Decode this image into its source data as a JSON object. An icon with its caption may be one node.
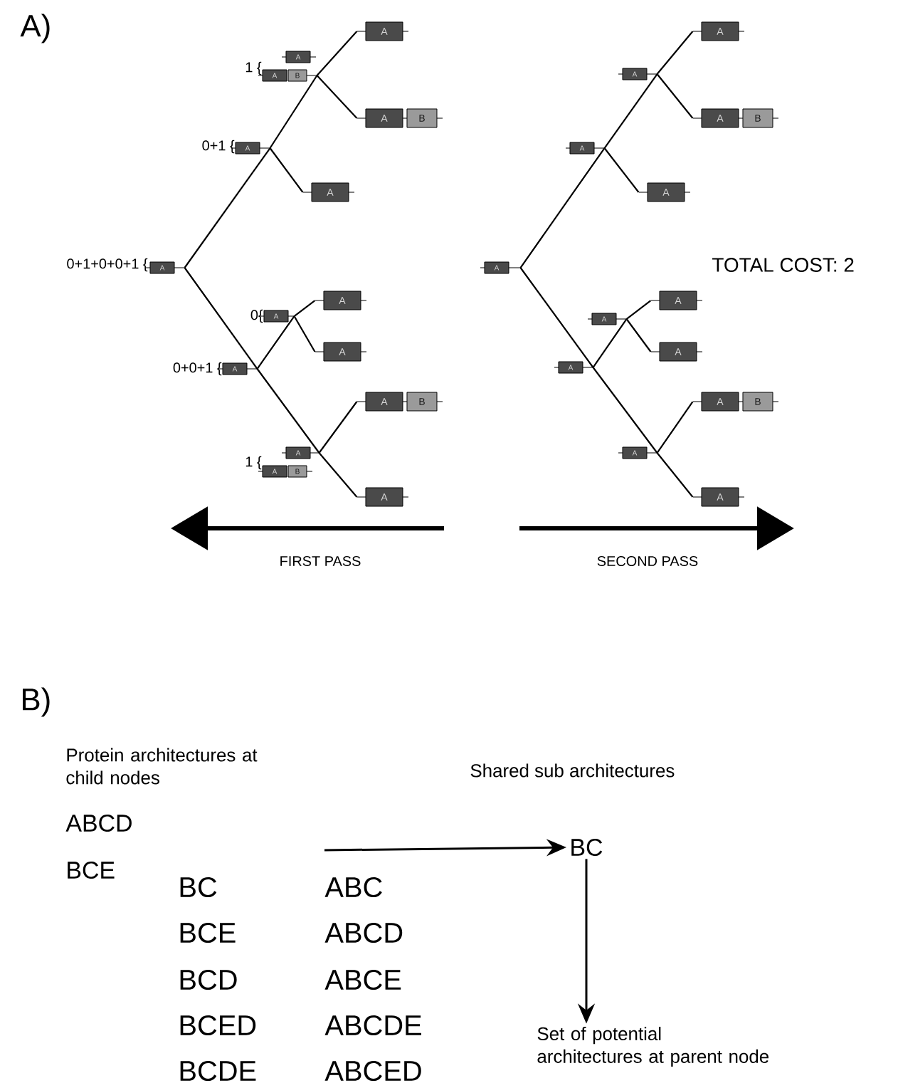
{
  "diagram": {
    "nodes": [
      {
        "text": [
          "A"
        ]
      },
      {
        "text": [
          "A"
        ]
      },
      {
        "text": [
          "B"
        ]
      },
      {
        "text": [
          "A"
        ]
      },
      {
        "text": [
          "A"
        ]
      },
      {
        "text": [
          "B"
        ]
      },
      {
        "text": [
          "A"
        ]
      },
      {
        "text": [
          "A"
        ]
      },
      {
        "text": [
          "A"
        ]
      },
      {
        "text": [
          "A"
        ]
      },
      {
        "text": [
          "A"
        ]
      },
      {
        "text": [
          "A"
        ]
      },
      {
        "text": [
          "A"
        ]
      },
      {
        "text": [
          "A"
        ]
      },
      {
        "text": [
          "B"
        ]
      },
      {
        "text": [
          "A"
        ]
      },
      {
        "text": [
          "A"
        ]
      },
      {
        "text": [
          "B"
        ]
      },
      {
        "text": [
          "A"
        ]
      },
      {
        "text": [
          "A"
        ]
      },
      {
        "text": [
          "A"
        ]
      },
      {
        "text": [
          "A"
        ]
      },
      {
        "text": [
          "B"
        ]
      },
      {
        "text": [
          "A"
        ]
      },
      {
        "text": [
          "A"
        ]
      },
      {
        "text": [
          "A"
        ]
      },
      {
        "text": [
          "A"
        ]
      },
      {
        "text": [
          "A"
        ]
      },
      {
        "text": [
          "A"
        ]
      },
      {
        "text": [
          "A"
        ]
      },
      {
        "text": [
          "A"
        ]
      },
      {
        "text": [
          "B"
        ]
      },
      {
        "text": [
          "A"
        ]
      },
      {
        "text": [
          "A"
        ]
      },
      {
        "text": [
          "BC"
        ]
      },
      {
        "text": [
          "Set of potential architectures at parent node"
        ]
      }
    ],
    "edges": [
      {
        "from": null,
        "to": 34,
        "arrow": "to"
      },
      {
        "from": 34,
        "to": 35,
        "arrow": "to"
      },
      {
        "from": 8,
        "to": 6,
        "arrow": "none"
      },
      {
        "from": 6,
        "to": 2,
        "arrow": "none"
      },
      {
        "from": 2,
        "to": 3,
        "arrow": "none"
      },
      {
        "from": 2,
        "to": 4,
        "arrow": "none"
      },
      {
        "from": 6,
        "to": 7,
        "arrow": "none"
      },
      {
        "from": 8,
        "to": 12,
        "arrow": "none"
      },
      {
        "from": 12,
        "to": 9,
        "arrow": "none"
      },
      {
        "from": 9,
        "to": 10,
        "arrow": "none"
      },
      {
        "from": 9,
        "to": 11,
        "arrow": "none"
      },
      {
        "from": 12,
        "to": 15,
        "arrow": "none"
      },
      {
        "from": 15,
        "to": 13,
        "arrow": "none"
      },
      {
        "from": 15,
        "to": 18,
        "arrow": "none"
      },
      {
        "from": 25,
        "to": 23,
        "arrow": "none"
      },
      {
        "from": 23,
        "to": 19,
        "arrow": "none"
      },
      {
        "from": 19,
        "to": 20,
        "arrow": "none"
      },
      {
        "from": 19,
        "to": 21,
        "arrow": "none"
      },
      {
        "from": 23,
        "to": 24,
        "arrow": "none"
      },
      {
        "from": 25,
        "to": 29,
        "arrow": "none"
      },
      {
        "from": 29,
        "to": 26,
        "arrow": "none"
      },
      {
        "from": 26,
        "to": 27,
        "arrow": "none"
      },
      {
        "from": 26,
        "to": 28,
        "arrow": "none"
      },
      {
        "from": 29,
        "to": 32,
        "arrow": "none"
      },
      {
        "from": 32,
        "to": 30,
        "arrow": "none"
      },
      {
        "from": 32,
        "to": 33,
        "arrow": "none"
      }
    ],
    "labels": [
      "A)",
      "1 {",
      "0+1 {",
      "0+1+0+0+1 {",
      "TOTAL COST: 2",
      "0{",
      "0+0+1 {",
      "1 {",
      "FIRST PASS",
      "SECOND PASS",
      "B)",
      "Protein architectures at child nodes",
      "Shared sub architectures",
      "ABCD",
      "BCE",
      "BC",
      "ABC",
      "BCE",
      "ABCD",
      "BCD",
      "ABCE",
      "BCED",
      "ABCDE",
      "BCDE",
      "ABCED"
    ]
  }
}
